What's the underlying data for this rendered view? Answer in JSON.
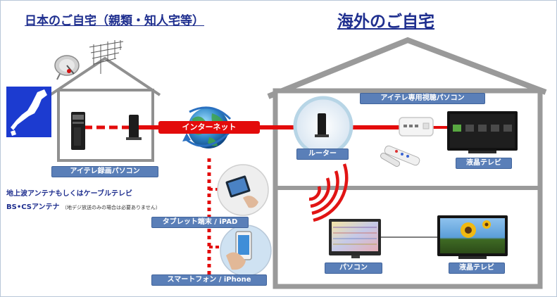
{
  "titles": {
    "home_japan": "日本のご自宅（親類・知人宅等）",
    "home_overseas": "海外のご自宅"
  },
  "labels": {
    "recorder_pc": "アイテレ録画パソコン",
    "antenna_line1": "地上波アンテナもしくはケーブルテレビ",
    "antenna_line2": "BS•CSアンテナ",
    "antenna_note": "（地デジ放送のみの場合は必要ありません）",
    "internet": "インターネット",
    "tablet": "タブレット端末 / iPAD",
    "smartphone": "スマートフォン / iPhone",
    "router": "ルーター",
    "viewer_pc": "アイテレ専用視聴パソコン",
    "tv_top": "液晶テレビ",
    "pc": "パソコン",
    "tv_bottom": "液晶テレビ"
  },
  "colors": {
    "title": "#1f2f8f",
    "label_bg": "#5a7fb8",
    "connection": "#e30b0b",
    "house_outline": "#909090"
  }
}
